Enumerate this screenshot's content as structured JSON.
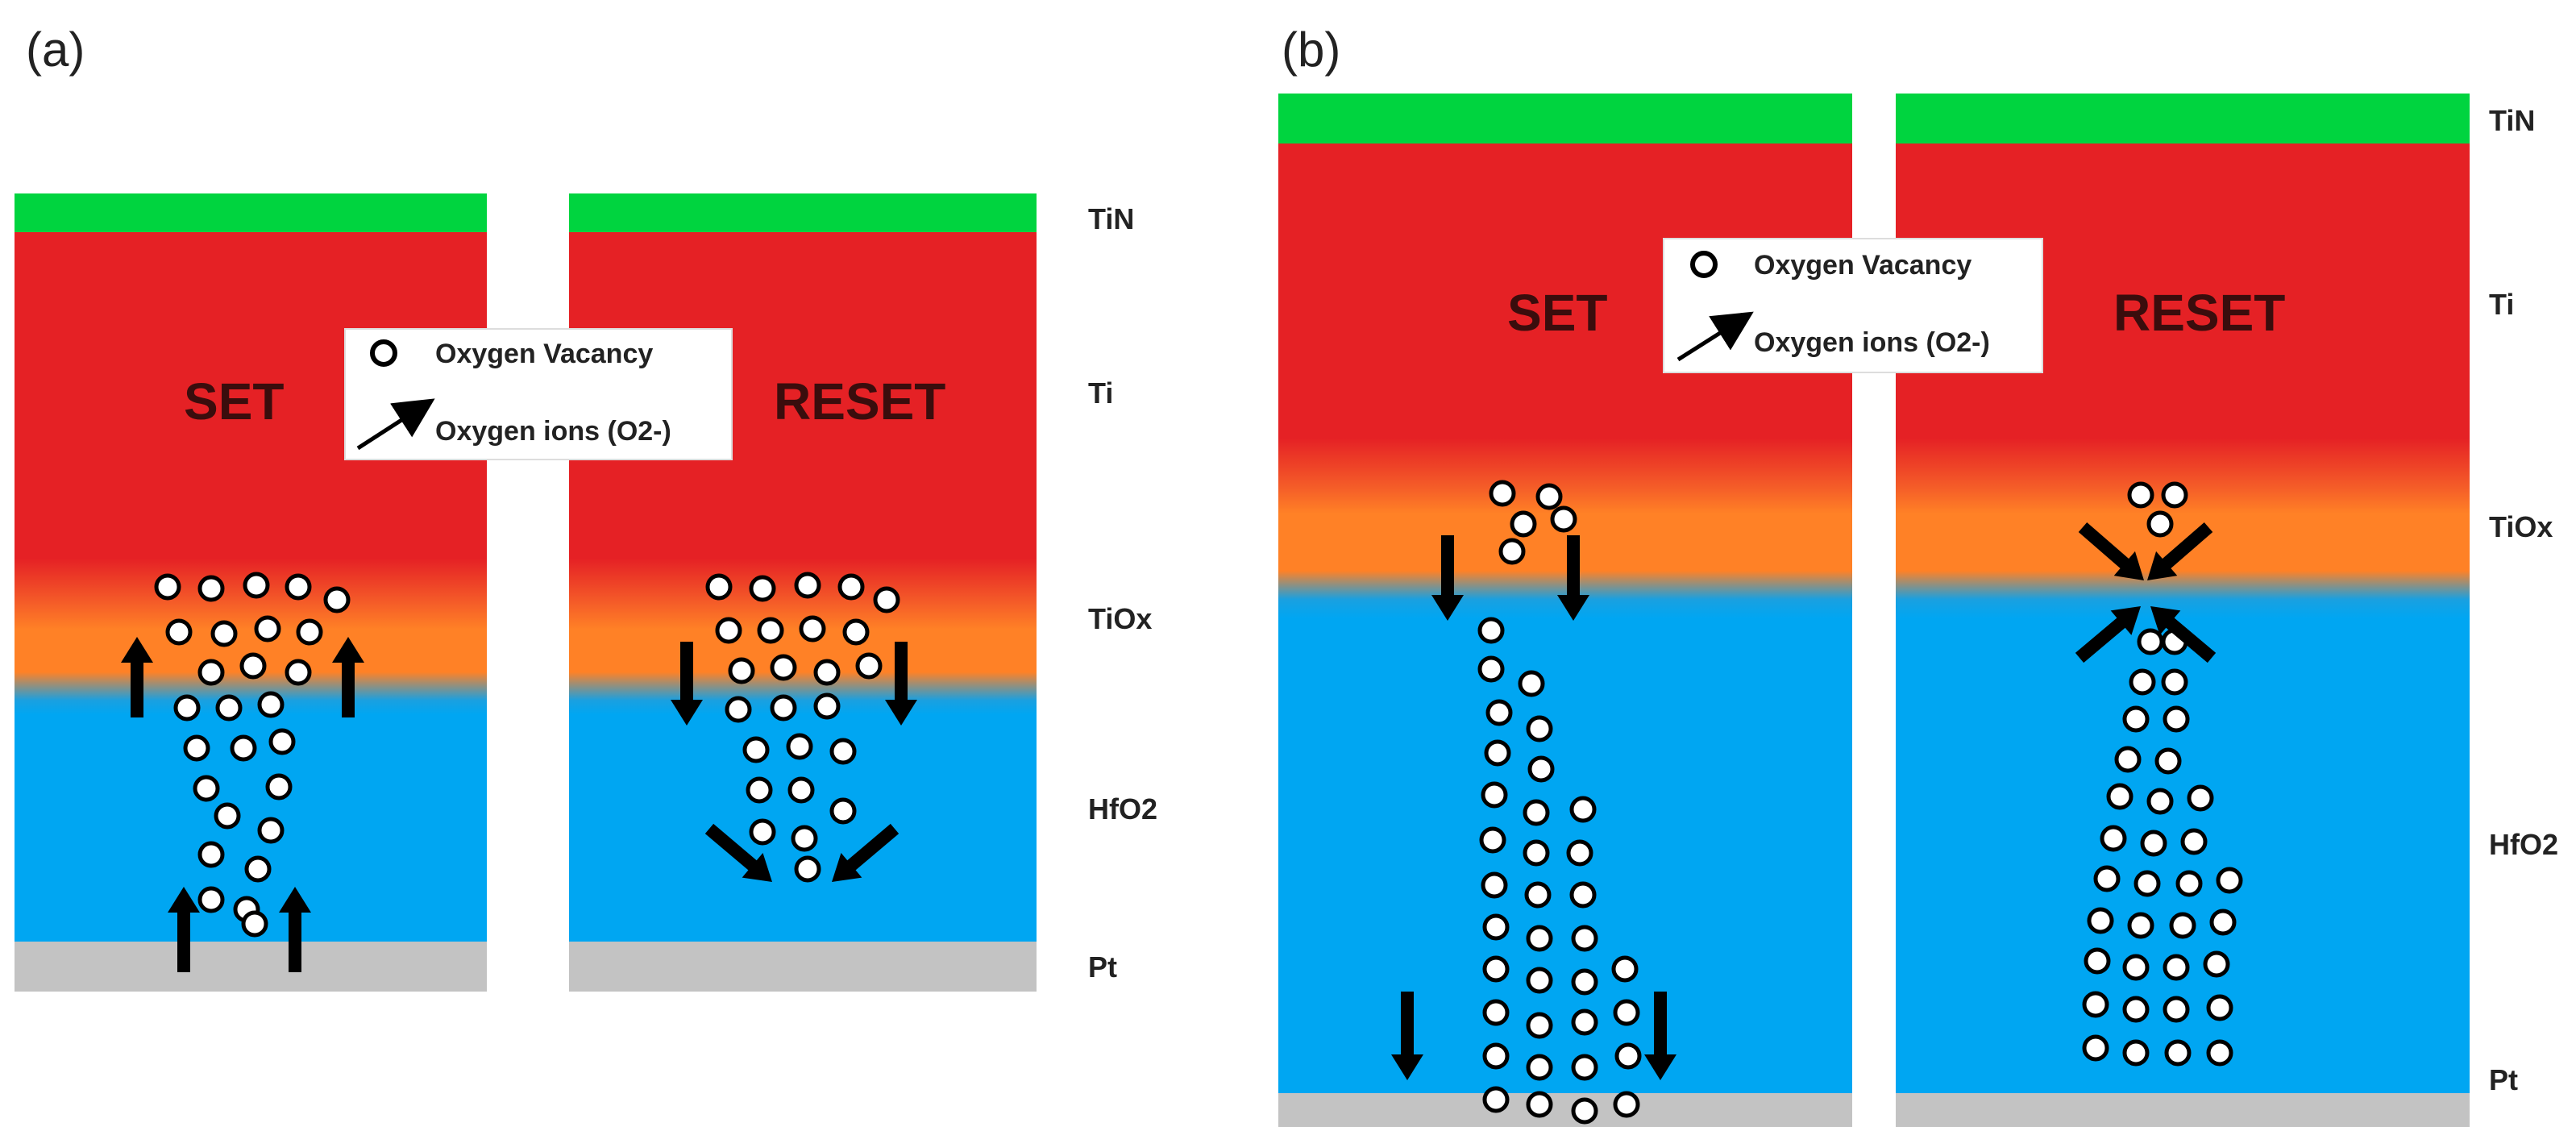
{
  "panels": {
    "a": {
      "label": "(a)",
      "set_title": "SET",
      "reset_title": "RESET",
      "layers": [
        "TiN",
        "Ti",
        "TiOx",
        "HfO2",
        "Pt"
      ],
      "legend": {
        "vacancy": "Oxygen Vacancy",
        "ions": "Oxygen ions (O2-)"
      }
    },
    "b": {
      "label": "(b)",
      "set_title": "SET",
      "reset_title": "RESET",
      "layers": [
        "TiN",
        "Ti",
        "TiOx",
        "HfO2",
        "Pt"
      ],
      "legend": {
        "vacancy": "Oxygen Vacancy",
        "ions": "Oxygen ions (O2-)"
      }
    }
  },
  "colors": {
    "TiN": "#00d43f",
    "Ti": "#e52125",
    "TiOx": "#ff8126",
    "HfO2": "#00a6f2",
    "Pt": "#c3c3c3"
  },
  "icons": {
    "vacancy": "open-circle-icon",
    "ion": "arrow-icon"
  }
}
